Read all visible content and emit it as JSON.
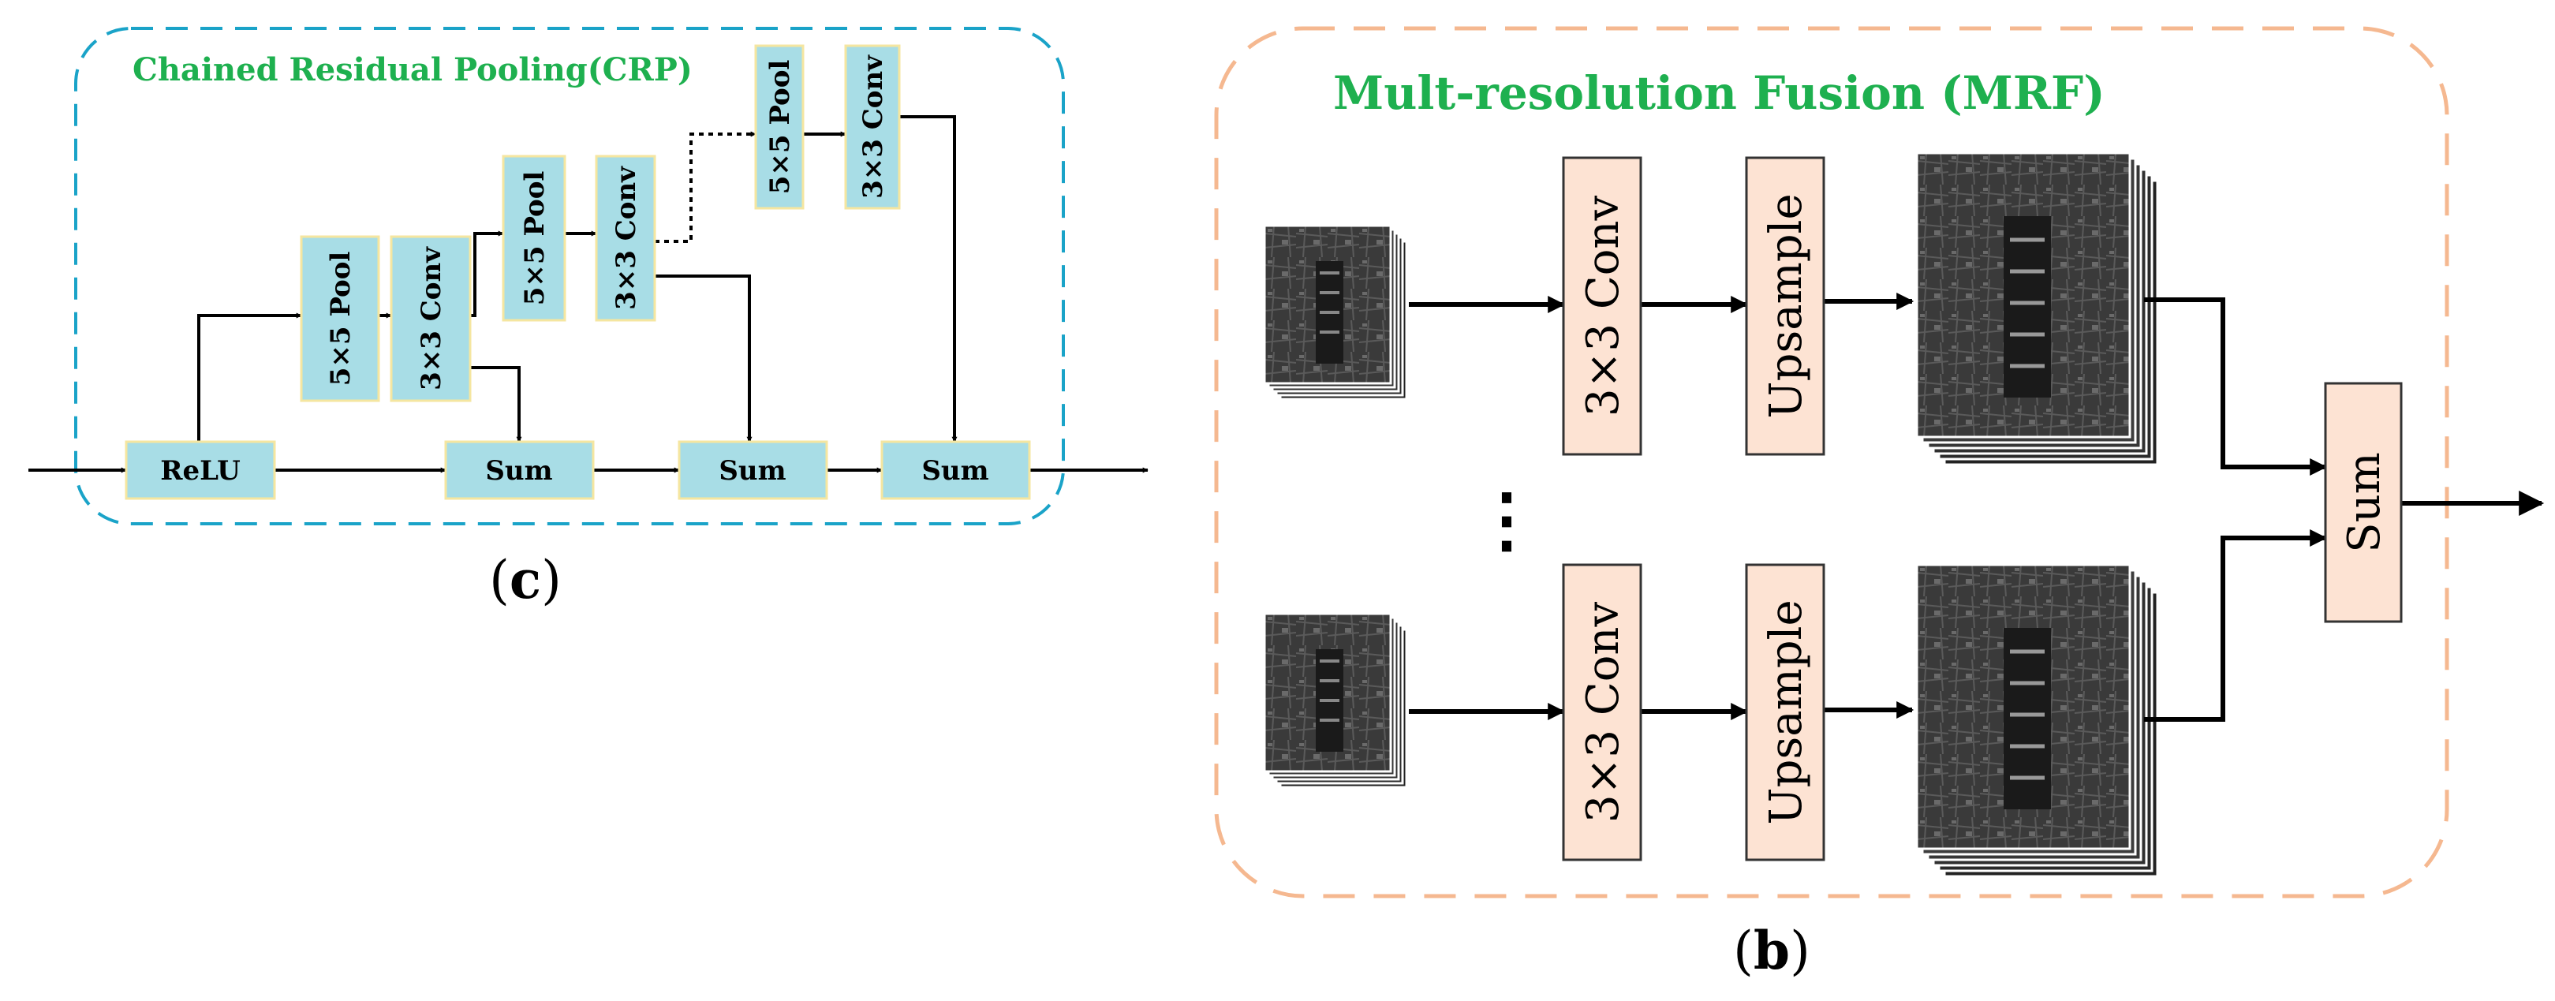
{
  "crp": {
    "title": "Chained Residual Pooling(CRP)",
    "nodes": {
      "relu": "ReLU",
      "pool1": "5×5 Pool",
      "conv1": "3×3 Conv",
      "pool2": "5×5 Pool",
      "conv2": "3×3 Conv",
      "pool3": "5×5 Pool",
      "conv3": "3×3 Conv",
      "sum1": "Sum",
      "sum2": "Sum",
      "sum3": "Sum"
    },
    "panel_label": "c"
  },
  "mrf": {
    "title": "Mult-resolution Fusion (MRF)",
    "nodes": {
      "conv_top": "3×3 Conv",
      "upsample_top": "Upsample",
      "conv_bottom": "3×3 Conv",
      "upsample_bottom": "Upsample",
      "sum": "Sum"
    },
    "ellipsis": "⋮",
    "panel_label": "b"
  },
  "colors": {
    "crp_box": "#a8dde6",
    "crp_border": "#1aa3c8",
    "mrf_box": "#fde3d3",
    "mrf_border": "#f5b890",
    "title_green": "#1eb04f"
  }
}
